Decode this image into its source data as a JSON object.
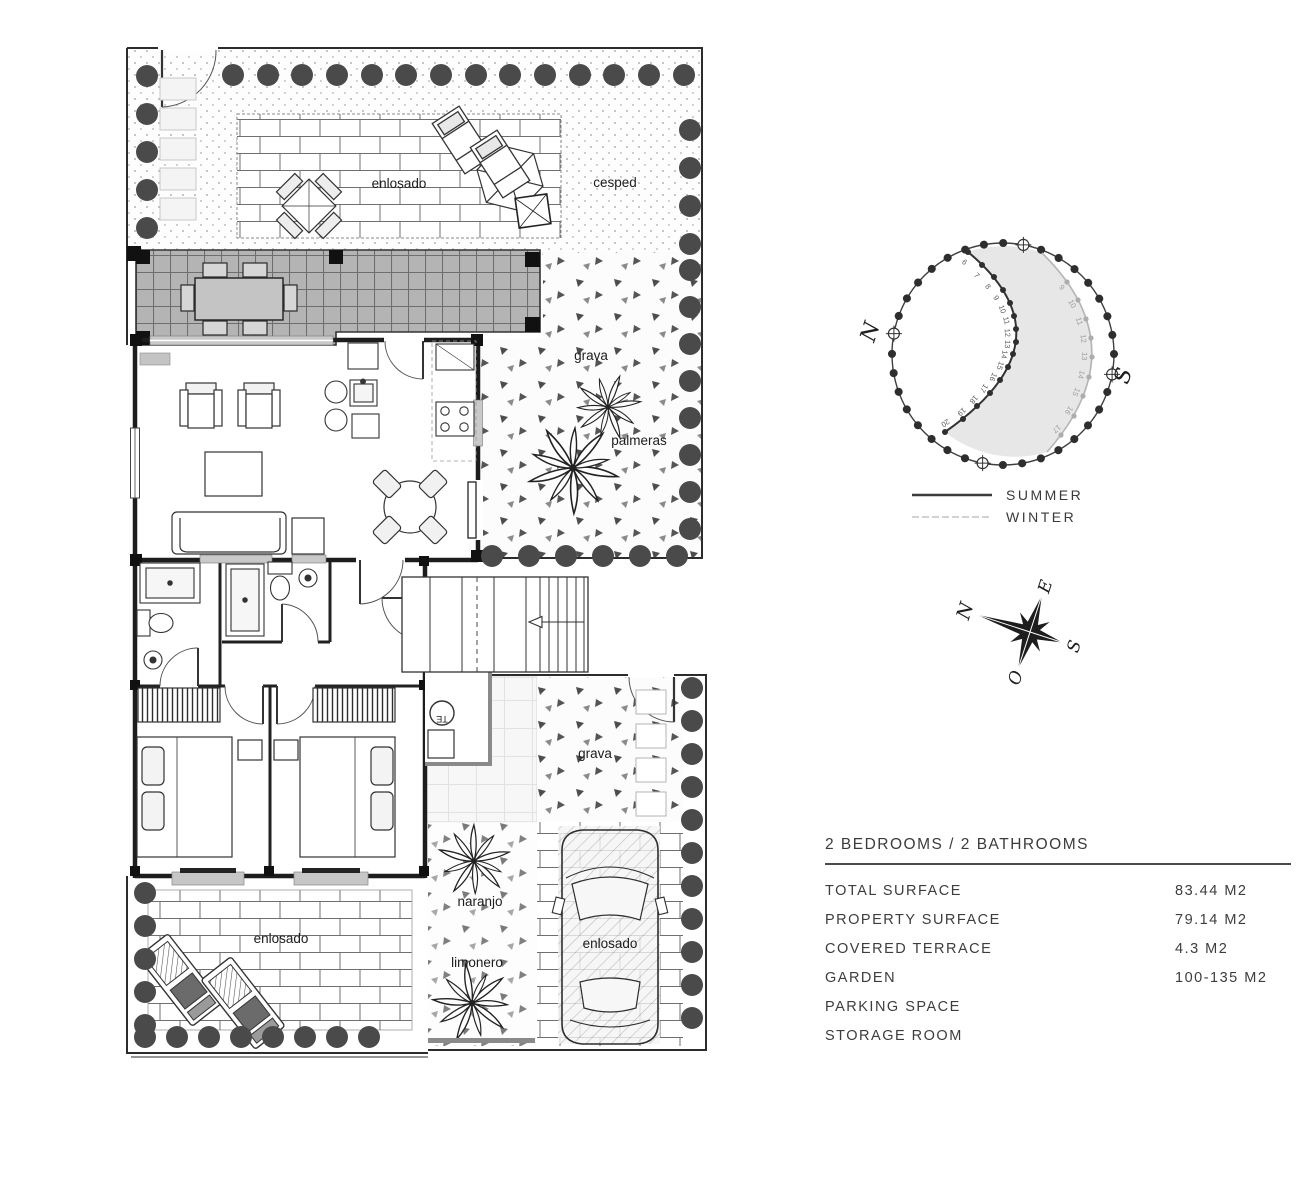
{
  "plan": {
    "labels": {
      "enlosado_top": "enlosado",
      "cesped": "cesped",
      "grava_top": "grava",
      "palmeras": "palmeras",
      "grava_bottom": "grava",
      "naranjo": "naranjo",
      "limonero": "limonero",
      "enlosado_terrace": "enlosado",
      "enlosado_parking": "enlosado",
      "water_heater": "TE"
    }
  },
  "sun_diagram": {
    "north": "N",
    "south": "S",
    "summer_hours": [
      "6",
      "7",
      "8",
      "9",
      "10",
      "11",
      "12",
      "13",
      "14",
      "15",
      "16",
      "17",
      "18",
      "19",
      "20"
    ],
    "winter_hours": [
      "9",
      "10",
      "11",
      "12",
      "13",
      "14",
      "15",
      "16",
      "17"
    ],
    "legend": {
      "summer": "SUMMER",
      "winter": "WINTER"
    }
  },
  "compass": {
    "n": "N",
    "e": "E",
    "s": "S",
    "o": "O"
  },
  "specs": {
    "title": "2 BEDROOMS / 2 BATHROOMS",
    "rows": [
      {
        "label": "TOTAL SURFACE",
        "value": "83.44 M2"
      },
      {
        "label": "PROPERTY SURFACE",
        "value": "79.14 M2"
      },
      {
        "label": "COVERED TERRACE",
        "value": "4.3 M2"
      },
      {
        "label": "GARDEN",
        "value": "100-135 M2"
      },
      {
        "label": "PARKING SPACE",
        "value": ""
      },
      {
        "label": "STORAGE ROOM",
        "value": ""
      }
    ]
  },
  "colors": {
    "ink": "#1d1d1d",
    "bush": "#4a4a4a",
    "terrace": "#b4b4b4",
    "shade": "#e7e7e7"
  }
}
